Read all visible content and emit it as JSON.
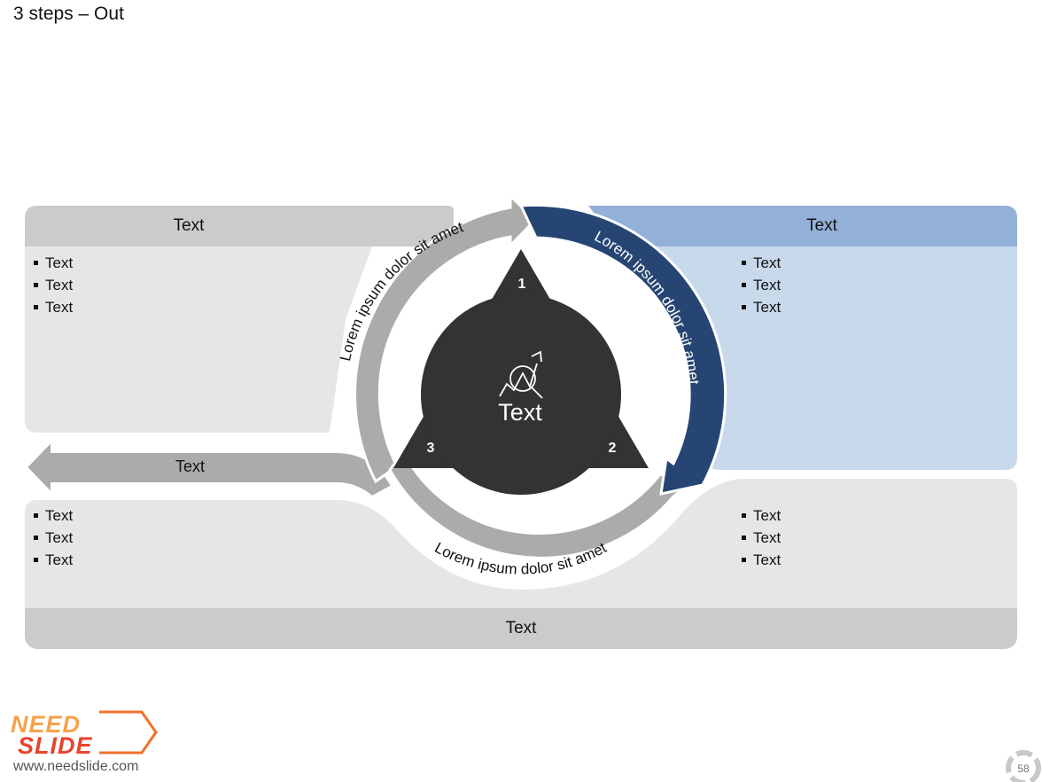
{
  "title": "3 steps – Out",
  "center": {
    "label": "Text",
    "icon": "chart-analysis-icon"
  },
  "steps": [
    {
      "number": "1",
      "arc_text": "Lorem ipsum dolor sit amet"
    },
    {
      "number": "2",
      "arc_text": "Lorem ipsum dolor sit amet"
    },
    {
      "number": "3",
      "arc_text": "Lorem ipsum dolor sit amet"
    }
  ],
  "panels": {
    "top_left": {
      "header": "Text",
      "bullets": [
        "Text",
        "Text",
        "Text"
      ]
    },
    "top_right": {
      "header": "Text",
      "bullets": [
        "Text",
        "Text",
        "Text"
      ]
    },
    "bottom_left": {
      "bullets": [
        "Text",
        "Text",
        "Text"
      ]
    },
    "bottom_right": {
      "bullets": [
        "Text",
        "Text",
        "Text"
      ]
    }
  },
  "out_arrow_label": "Text",
  "bottom_bar_label": "Text",
  "logo": {
    "text_line1": "NEED",
    "text_line2": "SLIDE",
    "url": "www.needslide.com"
  },
  "page_number": "58",
  "colors": {
    "dark_blue": "#264573",
    "light_blue_header": "#93b0d8",
    "light_blue_body": "#c9d9ec",
    "gray_header": "#cbcbcb",
    "gray_body": "#e6e6e6",
    "gray_arrow": "#ababab",
    "center_dark": "#333333",
    "logo_orange": "#f0712c"
  }
}
